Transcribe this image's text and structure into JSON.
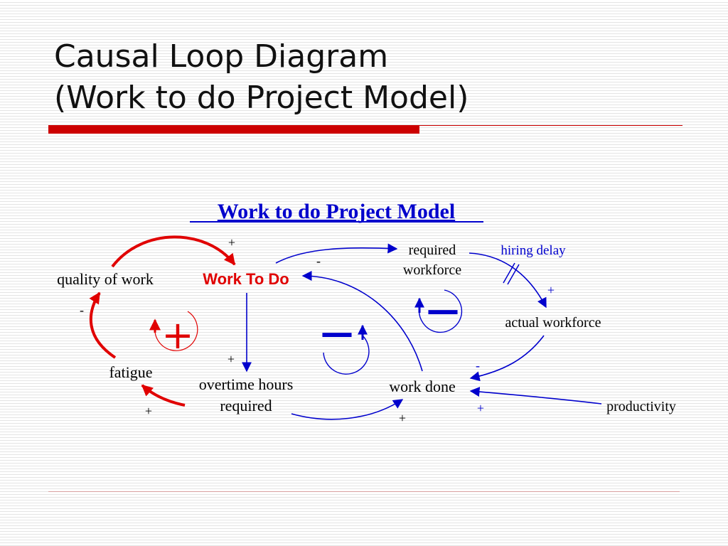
{
  "slide": {
    "title_line1": "Causal Loop Diagram",
    "title_line2": "(Work to do Project Model)"
  },
  "diagram": {
    "heading": "Work to do Project Model",
    "nodes": {
      "quality_of_work": "quality of work",
      "work_to_do": "Work To Do",
      "required_workforce_line1": "required",
      "required_workforce_line2": "workforce",
      "hiring_delay": "hiring delay",
      "actual_workforce": "actual workforce",
      "fatigue": "fatigue",
      "overtime_hours_line1": "overtime hours",
      "overtime_hours_line2": "required",
      "work_done": "work done",
      "productivity": "productivity"
    },
    "polarities": {
      "quality_to_worktodo": "+",
      "fatigue_to_quality": "-",
      "overtime_to_fatigue": "+",
      "worktodo_to_overtime": "+",
      "workdone_to_worktodo": "-",
      "hiring_to_actual": "+",
      "actual_to_workdone": "-",
      "productivity_to_workdone": "+",
      "overtime_to_workdone": "+"
    },
    "loops": {
      "reinforcing": "+",
      "balancing_1": "—",
      "balancing_2": "—"
    },
    "colors": {
      "red": "#e00000",
      "blue": "#0000cc",
      "heading_blue": "#0000cc"
    }
  }
}
